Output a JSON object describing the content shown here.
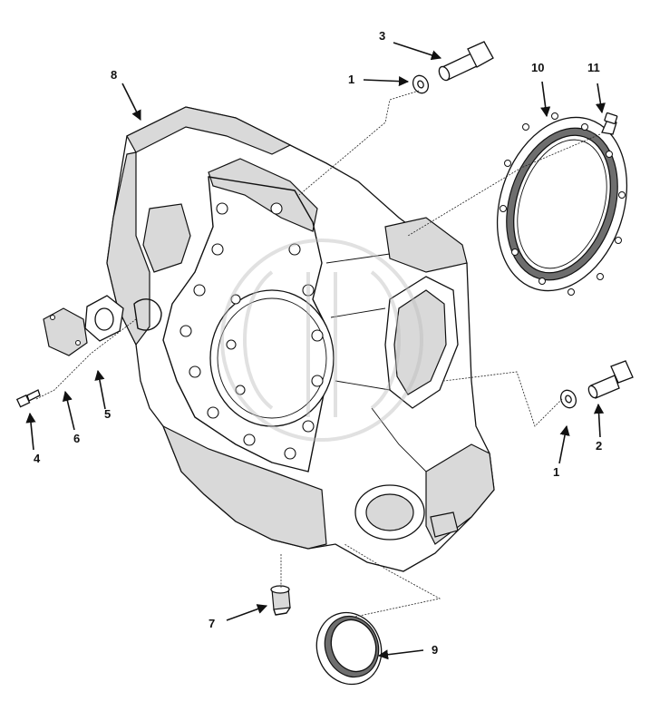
{
  "callouts": {
    "c1a": "1",
    "c1b": "1",
    "c2": "2",
    "c3": "3",
    "c4": "4",
    "c5": "5",
    "c6": "6",
    "c7": "7",
    "c8": "8",
    "c9": "9",
    "c10": "10",
    "c11": "11"
  }
}
